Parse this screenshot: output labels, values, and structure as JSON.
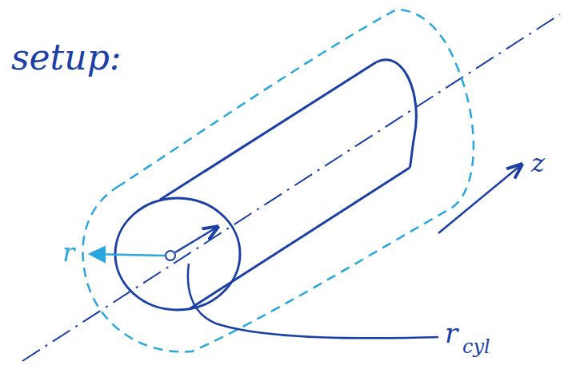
{
  "diagram": {
    "labels": [
      "setup:",
      "r",
      "r",
      "cyl",
      "z"
    ]
  }
}
